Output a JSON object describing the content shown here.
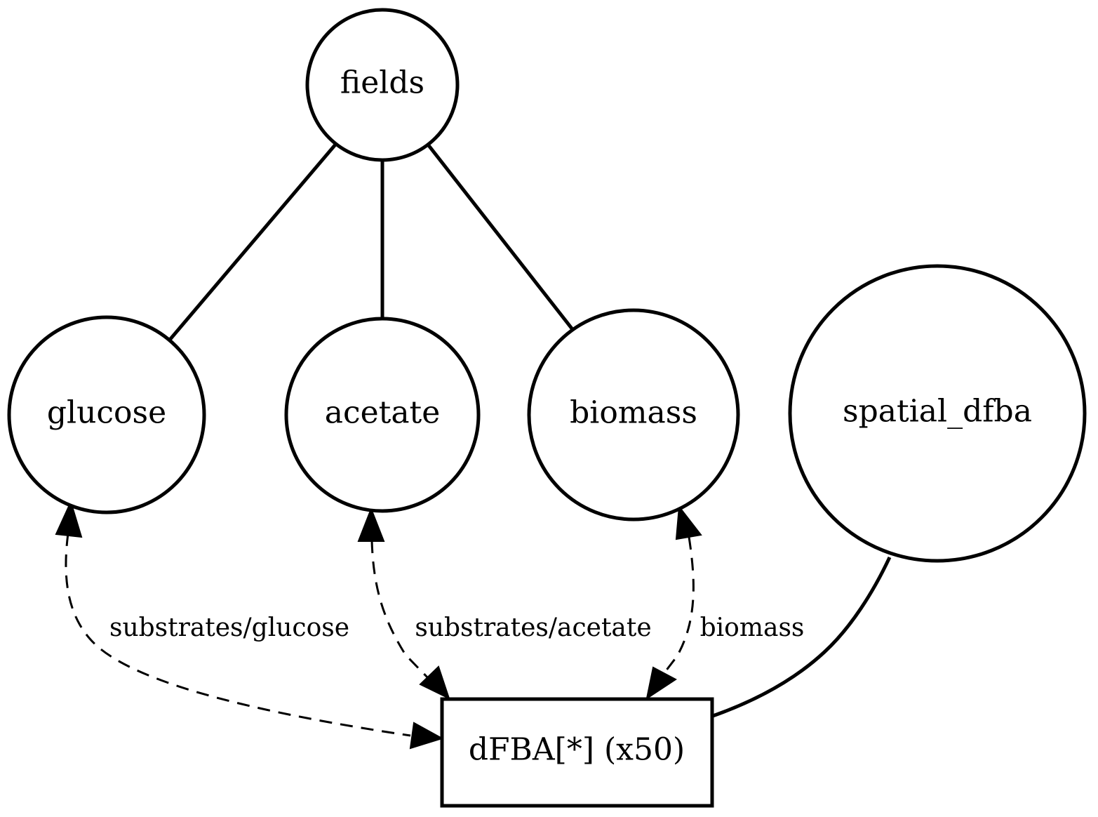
{
  "nodes": {
    "fields": "fields",
    "glucose": "glucose",
    "acetate": "acetate",
    "biomass": "biomass",
    "spatial_dfba": "spatial_dfba",
    "dfba": "dFBA[*] (x50)"
  },
  "edge_labels": {
    "glucose": "substrates/glucose",
    "acetate": "substrates/acetate",
    "biomass": "biomass"
  }
}
